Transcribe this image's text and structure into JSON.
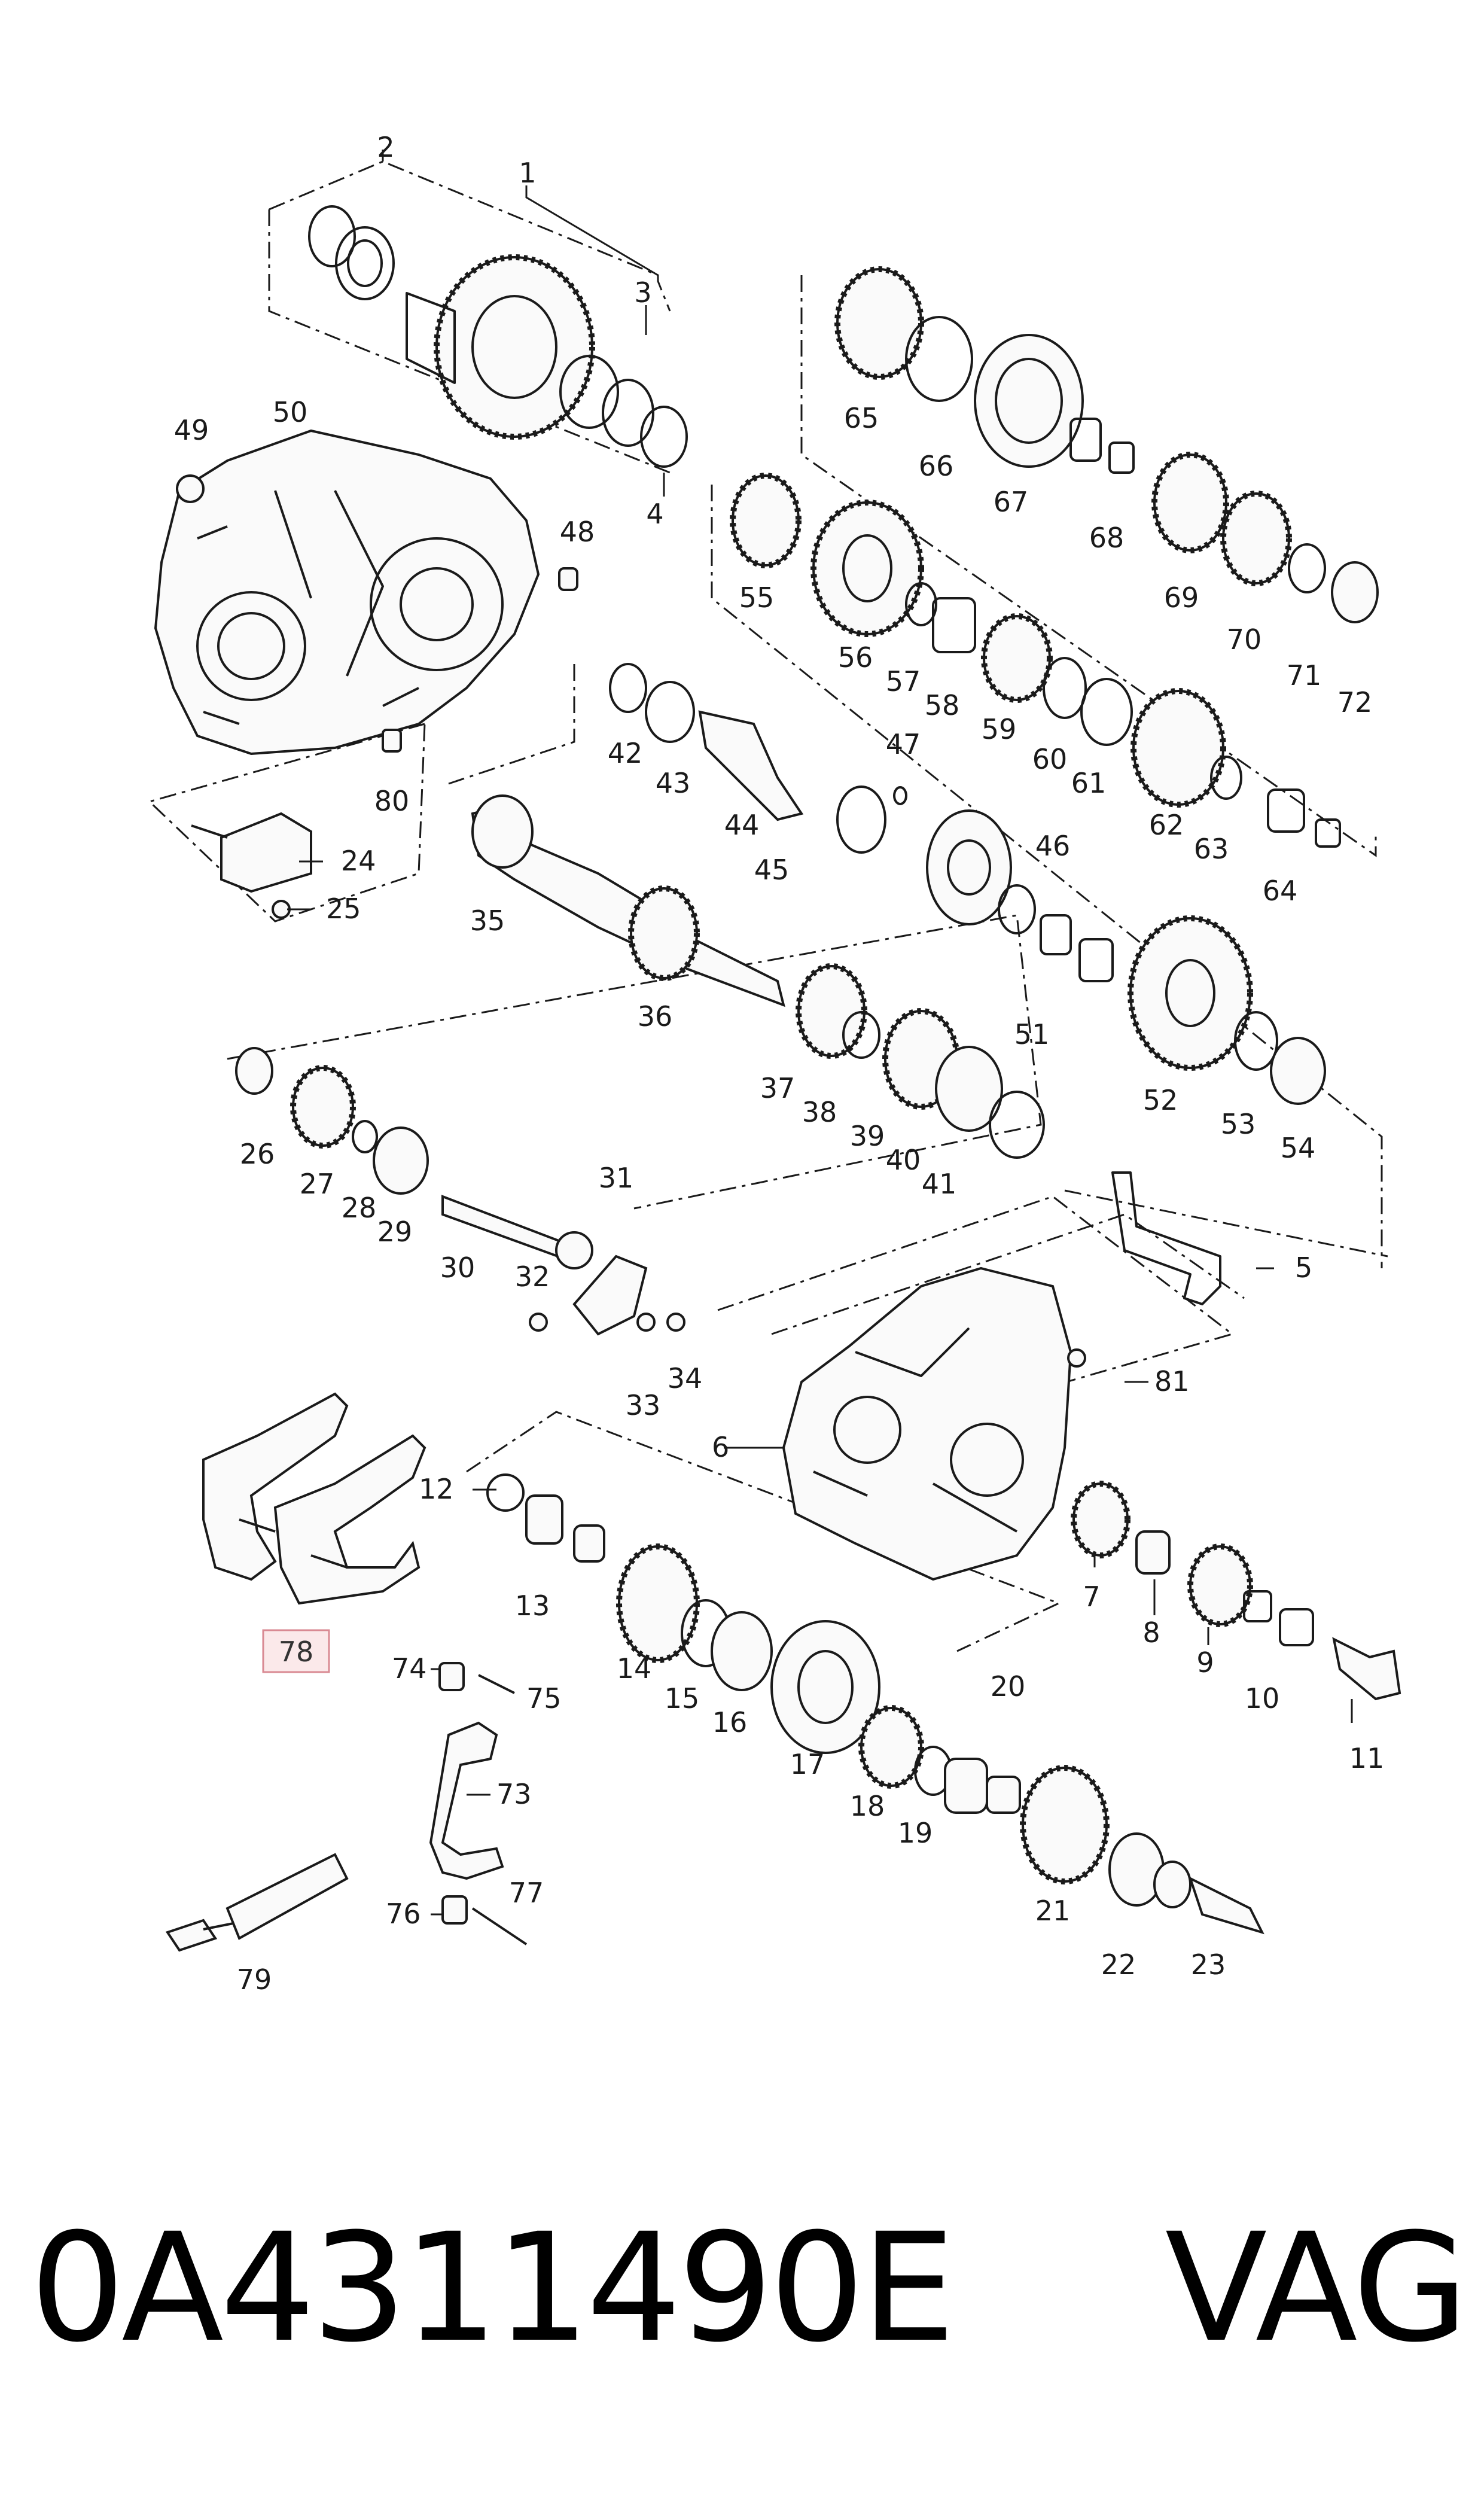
{
  "callouts": [
    "1",
    "2",
    "3",
    "4",
    "5",
    "6",
    "7",
    "8",
    "9",
    "10",
    "11",
    "12",
    "13",
    "14",
    "15",
    "16",
    "17",
    "18",
    "19",
    "20",
    "21",
    "22",
    "23",
    "24",
    "25",
    "26",
    "27",
    "28",
    "29",
    "30",
    "31",
    "32",
    "33",
    "34",
    "35",
    "36",
    "37",
    "38",
    "39",
    "40",
    "41",
    "42",
    "43",
    "44",
    "45",
    "46",
    "47",
    "48",
    "49",
    "50",
    "51",
    "52",
    "53",
    "54",
    "55",
    "56",
    "57",
    "58",
    "59",
    "60",
    "61",
    "62",
    "63",
    "64",
    "65",
    "66",
    "67",
    "68",
    "69",
    "70",
    "71",
    "72",
    "73",
    "74",
    "75",
    "76",
    "77",
    "78",
    "79",
    "80",
    "81"
  ],
  "highlighted_callout": "78",
  "colors": {
    "line": "#1a1a1a",
    "highlight_fill": "#fbe9ea",
    "highlight_border": "#d98a93"
  },
  "footer": {
    "part_number": "0A4311490E",
    "brand": "VAG"
  }
}
